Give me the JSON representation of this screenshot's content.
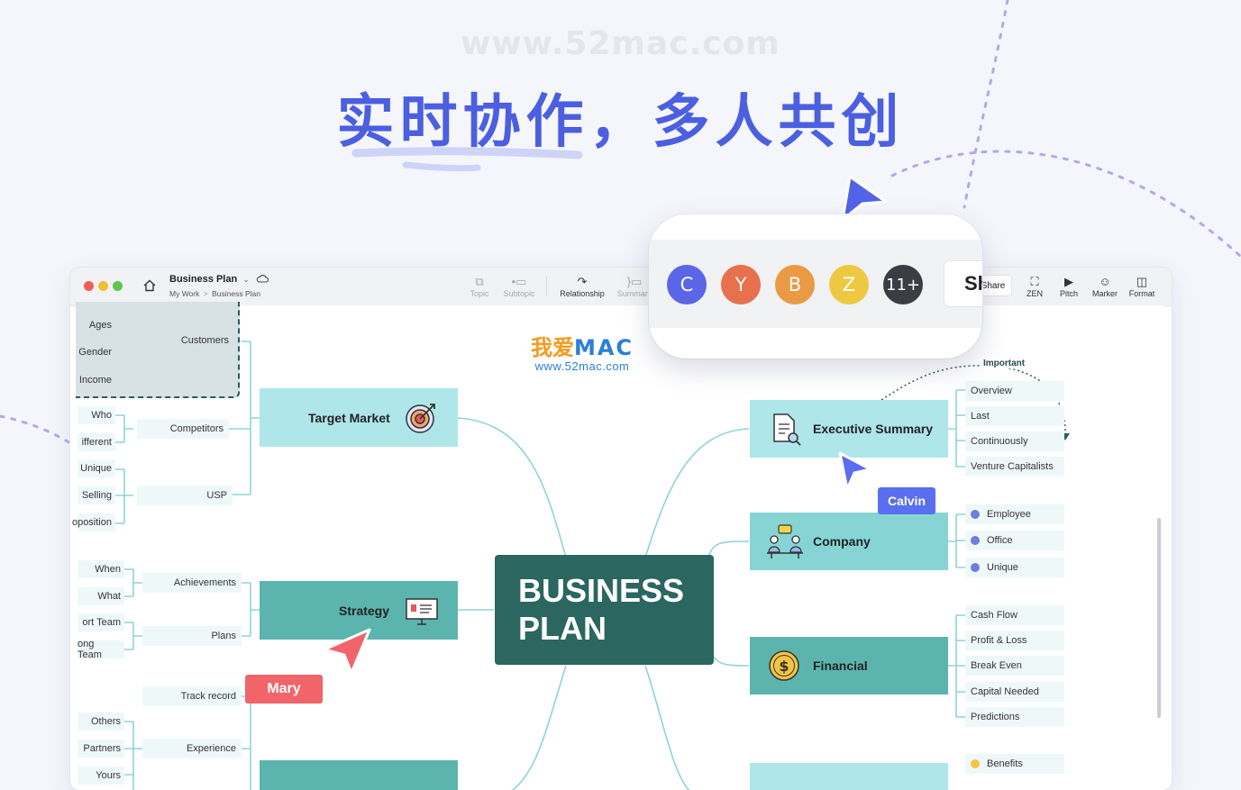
{
  "watermark_url": "www.52mac.com",
  "headline": "实时协作，多人共创",
  "app": {
    "doc_title": "Business Plan",
    "breadcrumb": [
      "My Work",
      "Business Plan"
    ],
    "breadcrumb_sep": ">",
    "toolbar": {
      "topic": "Topic",
      "subtopic": "Subtopic",
      "relationship": "Relationship",
      "summary": "Summary",
      "share": "Share",
      "zen": "ZEN",
      "pitch": "Pitch",
      "marker": "Marker",
      "format": "Format"
    }
  },
  "map": {
    "central": [
      "BUSINESS",
      "PLAN"
    ],
    "left_topics": {
      "target_market": "Target Market",
      "strategy": "Strategy"
    },
    "target_market_children": {
      "customers": "Customers",
      "customers_items": [
        "Ages",
        "Gender",
        "Income"
      ],
      "competitors": "Competitors",
      "competitors_items": [
        "Who",
        "ifferent"
      ],
      "usp": "USP",
      "usp_items": [
        "Unique",
        "Selling",
        "oposition"
      ]
    },
    "strategy_children": {
      "achievements": "Achievements",
      "achievements_items": [
        "When",
        "What"
      ],
      "plans": "Plans",
      "plans_items": [
        "ort Team",
        "ong Team"
      ]
    },
    "lower_left": {
      "track_record": "Track record",
      "experience": "Experience",
      "experience_items": [
        "Others",
        "Partners",
        "Yours"
      ]
    },
    "right_topics": {
      "executive_summary": "Executive Summary",
      "company": "Company",
      "financial": "Financial"
    },
    "executive_items": [
      "Overview",
      "Last",
      "Continuously",
      "Venture Capitalists"
    ],
    "relationship_label": "Important",
    "company_items": [
      "Employee",
      "Office",
      "Unique"
    ],
    "financial_items": [
      "Cash Flow",
      "Profit & Loss",
      "Break Even",
      "Capital Needed",
      "Predictions"
    ],
    "bottom_right_item": "Benefits"
  },
  "watermark_logo": {
    "cn": "我爱",
    "en": "MAC",
    "url": "www.52mac.com"
  },
  "collaborators": {
    "avatars": [
      {
        "initial": "C",
        "color": "#5a66e6"
      },
      {
        "initial": "Y",
        "color": "#e9704d"
      },
      {
        "initial": "B",
        "color": "#ea9a45"
      },
      {
        "initial": "Z",
        "color": "#efc842"
      },
      {
        "initial": "11+",
        "color": "#3a3d44"
      }
    ],
    "share_partial": "Sh"
  },
  "cursors": {
    "calvin": {
      "name": "Calvin",
      "color": "#5a6ef0"
    },
    "mary": {
      "name": "Mary",
      "color": "#f0646a"
    }
  },
  "colors": {
    "accent": "#4b5fe0",
    "central_node": "#2b6661",
    "branch": "#8fd3d6"
  }
}
